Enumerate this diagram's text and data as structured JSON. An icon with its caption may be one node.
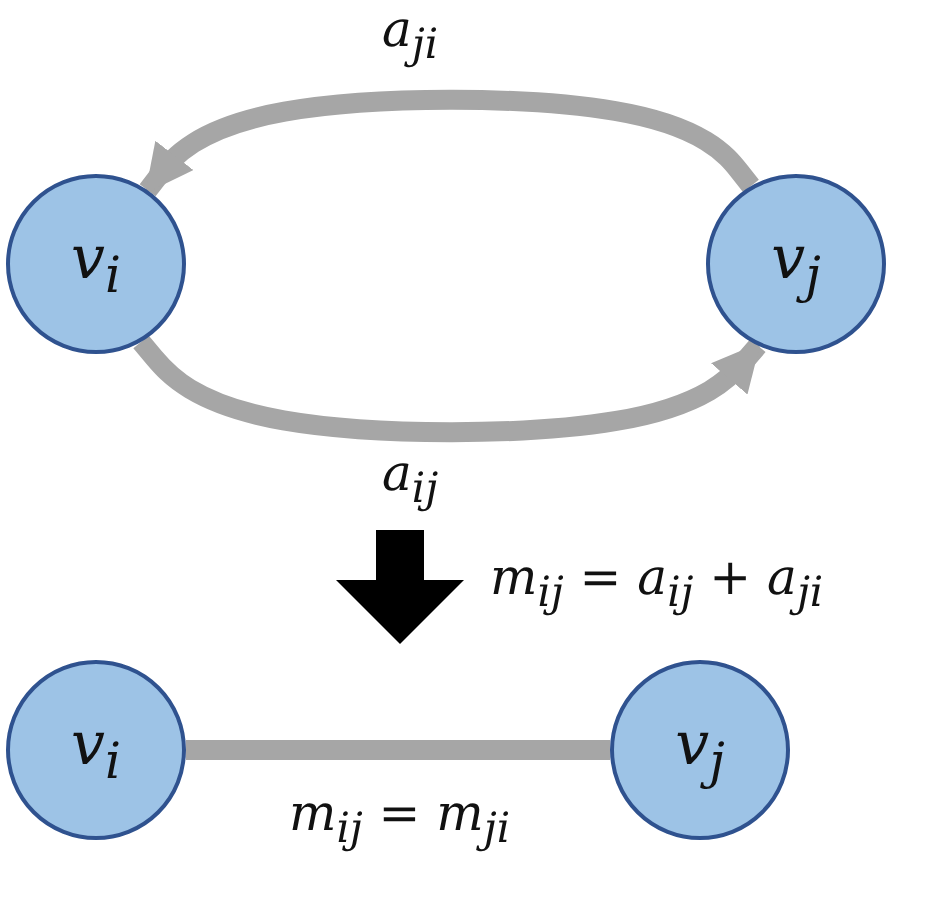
{
  "diagram": {
    "nodes": [
      {
        "text": [
          "v$_{i}$"
        ]
      },
      {
        "text": [
          "v$_{j}$"
        ]
      },
      {
        "text": [
          "v$_{i}$"
        ]
      },
      {
        "text": [
          "v$_{j}$"
        ]
      }
    ],
    "edges": [
      {
        "from": 1,
        "to": 0,
        "arrow": "to",
        "label": "a$_{ji}$"
      },
      {
        "from": 0,
        "to": 1,
        "arrow": "to",
        "label": "a$_{ij}$"
      },
      {
        "from": 2,
        "to": 3,
        "arrow": "none",
        "label": "m$_{ij}$ = m$_{ji}$"
      }
    ],
    "labels": [
      "m$_{ij}$ = a$_{ij}$ + a$_{ji}$"
    ]
  }
}
